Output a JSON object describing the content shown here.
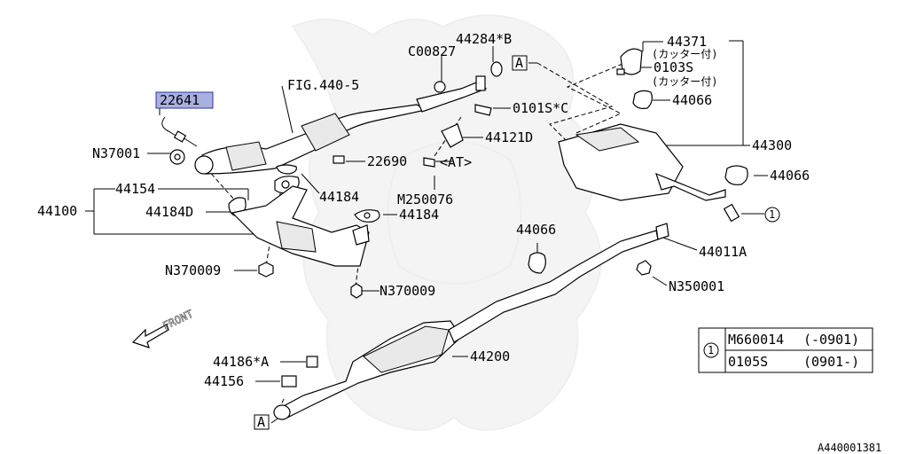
{
  "diagram_id": "A440001381",
  "part_labels": {
    "p22641": "22641",
    "p44284": "44284*B",
    "pC00827": "C00827",
    "pFIG": "FIG.440-5",
    "p0101SC": "0101S*C",
    "p44121D": "44121D",
    "pN37001": "N37001",
    "p22690": "22690",
    "pAT": "<AT>",
    "p44154": "44154",
    "p44184a": "44184",
    "p44100": "44100",
    "p44184D": "44184D",
    "pM250076": "M250076",
    "p44184b": "44184",
    "pN370009a": "N370009",
    "pN370009b": "N370009",
    "p44371": "44371",
    "p44371note": "(カッター付)",
    "p0103S": "0103S",
    "p0103Snote": "(カッター付)",
    "p44066a": "44066",
    "p44300": "44300",
    "p44066b": "44066",
    "p44066c": "44066",
    "p44011A": "44011A",
    "pN350001": "N350001",
    "p44200": "44200",
    "p44186A": "44186*A",
    "p44156": "44156",
    "front": "FRONT",
    "refA1": "A",
    "refA2": "A",
    "circle1": "1"
  },
  "ref_table": {
    "marker": "1",
    "rows": [
      {
        "part": "M660014",
        "range": "(-0901)"
      },
      {
        "part": "0105S",
        "range": "(0901-)"
      }
    ]
  },
  "highlight_color": "#a9b0e0"
}
